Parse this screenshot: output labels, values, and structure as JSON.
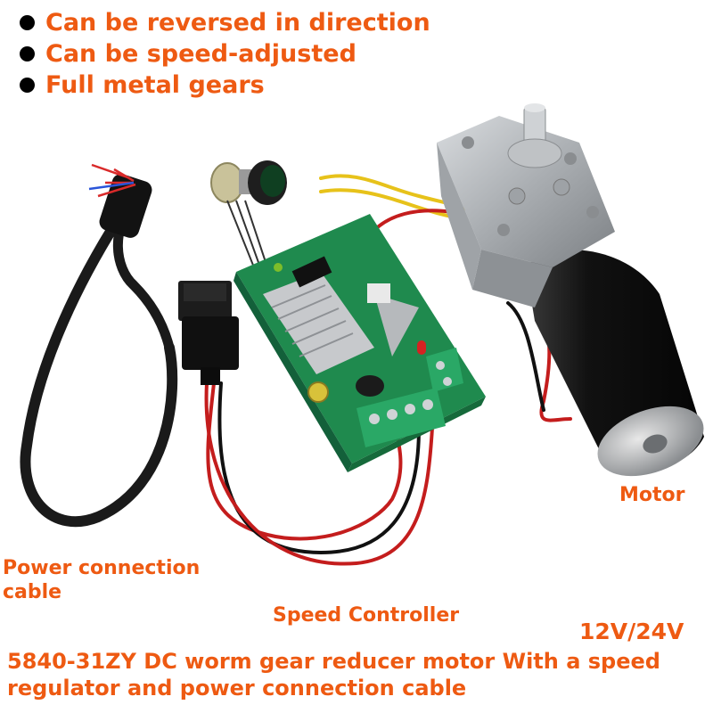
{
  "features": [
    {
      "text": "Can be reversed in direction"
    },
    {
      "text": "Can be speed-adjusted"
    },
    {
      "text": "Full metal gears"
    }
  ],
  "labels": {
    "motor": "Motor",
    "power_cable_line1": "Power connection",
    "power_cable_line2": "cable",
    "speed_controller": "Speed Controller",
    "voltage": "12V/24V"
  },
  "title": "5840-31ZY DC worm gear reducer motor With a speed regulator and power connection cable",
  "colors": {
    "accent": "#ee5a12",
    "bullet": "#000000",
    "pcb": "#1f8a4e",
    "terminal": "#2aa866",
    "gearbox": "#b9bcbf",
    "motor_body": "#161616"
  }
}
